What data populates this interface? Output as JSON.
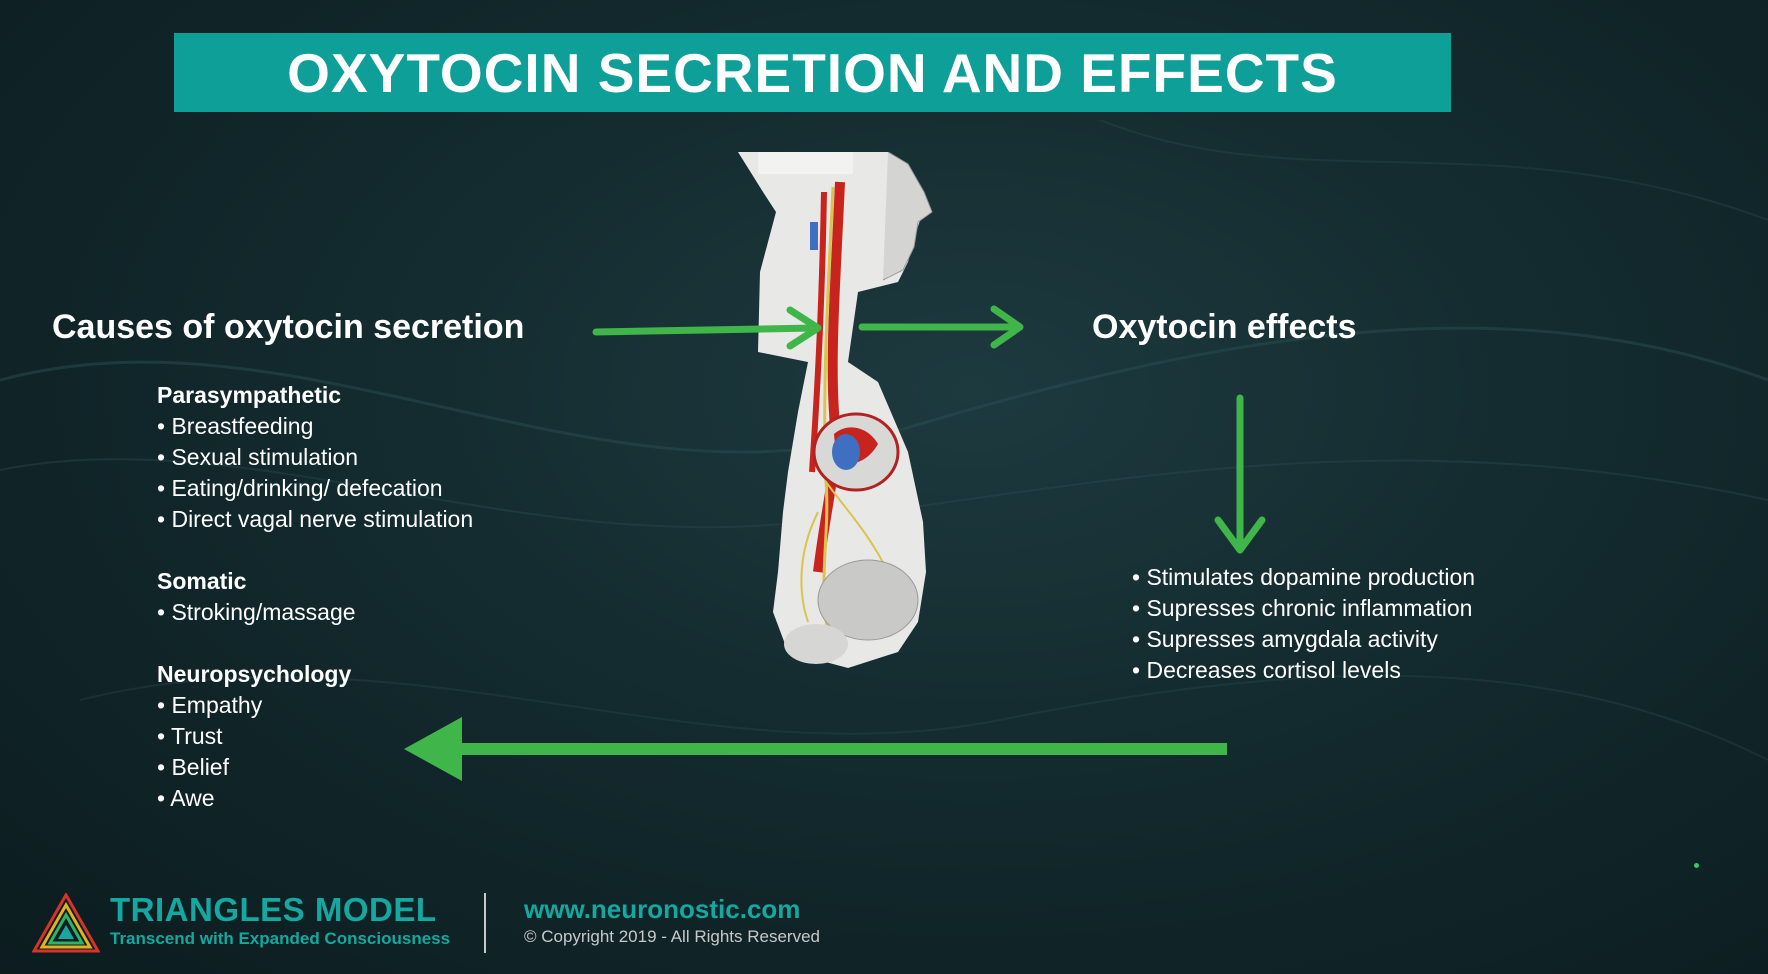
{
  "title": "OXYTOCIN SECRETION AND EFFECTS",
  "causes": {
    "heading": "Causes of oxytocin secretion",
    "groups": [
      {
        "title": "Parasympathetic",
        "items": [
          "Breastfeeding",
          "Sexual stimulation",
          "Eating/drinking/ defecation",
          "Direct vagal nerve  stimulation"
        ]
      },
      {
        "title": "Somatic",
        "items": [
          "Stroking/massage"
        ]
      },
      {
        "title": "Neuropsychology",
        "items": [
          "Empathy",
          "Trust",
          "Belief",
          "Awe"
        ]
      }
    ]
  },
  "effects": {
    "heading": "Oxytocin effects",
    "items": [
      "Stimulates dopamine production",
      "Supresses chronic inflammation",
      "Supresses amygdala activity",
      "Decreases cortisol levels"
    ]
  },
  "footer": {
    "brand_name": "TRIANGLES MODEL",
    "brand_tagline": "Transcend with Expanded Consciousness",
    "website": "www.neuronostic.com",
    "copyright": "© Copyright 2019 - All Rights Reserved"
  },
  "colors": {
    "title_bar": "#0e9f98",
    "arrow": "#3fb54a",
    "brand": "#14a8a0",
    "background": "#132a2e"
  },
  "icons": {
    "logo": "triangles-logo-icon",
    "illustration": "vagus-nerve-anatomy-illustration"
  }
}
